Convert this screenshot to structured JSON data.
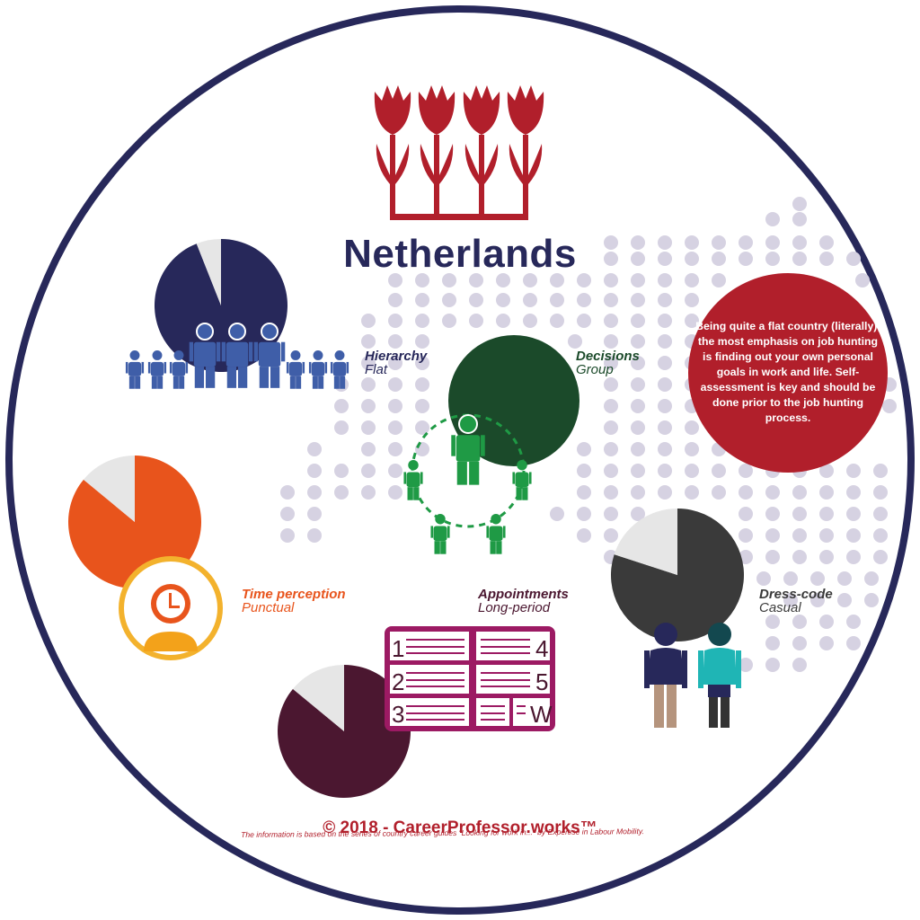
{
  "title": "Netherlands",
  "colors": {
    "ring": "#27285a",
    "tulip": "#b11f2b",
    "dots": "#d6d2e2",
    "hierarchy": "#27285a",
    "hierarchy_people": "#3f5ea8",
    "decisions": "#1b4a2a",
    "decisions_people": "#1f9a45",
    "time": "#e8541c",
    "time_ring": "#f3b22d",
    "appointments": "#4b1730",
    "calendar": "#9c1a63",
    "dress": "#3a3a3a",
    "callout": "#b11f2b",
    "gray_slice": "#e6e6e6"
  },
  "dimensions": {
    "hierarchy": {
      "label": "Hierarchy",
      "value": "Flat",
      "filled_fraction": 0.94
    },
    "decisions": {
      "label": "Decisions",
      "value": "Group",
      "filled_fraction": 1.0
    },
    "time": {
      "label": "Time perception",
      "value": "Punctual",
      "filled_fraction": 0.86
    },
    "appointments": {
      "label": "Appointments",
      "value": "Long-period",
      "filled_fraction": 0.86
    },
    "dress": {
      "label": "Dress-code",
      "value": "Casual",
      "filled_fraction": 0.8
    }
  },
  "calendar": {
    "numbers": [
      "1",
      "2",
      "3",
      "4",
      "5",
      "W"
    ]
  },
  "callout_text": "Being quite a flat country (literally), the most emphasis on job hunting is finding out your own personal goals in work and life. Self-assessment is key and should be done prior to the job hunting process.",
  "copyright": "© 2018 - CareerProfessor.works™",
  "source_note": "The information is based on the series of country career guides “Looking for work in...” by Expertise in Labour Mobility.",
  "icons": [
    "tulip-icon",
    "person-icon",
    "clock-icon",
    "calendar-icon"
  ]
}
